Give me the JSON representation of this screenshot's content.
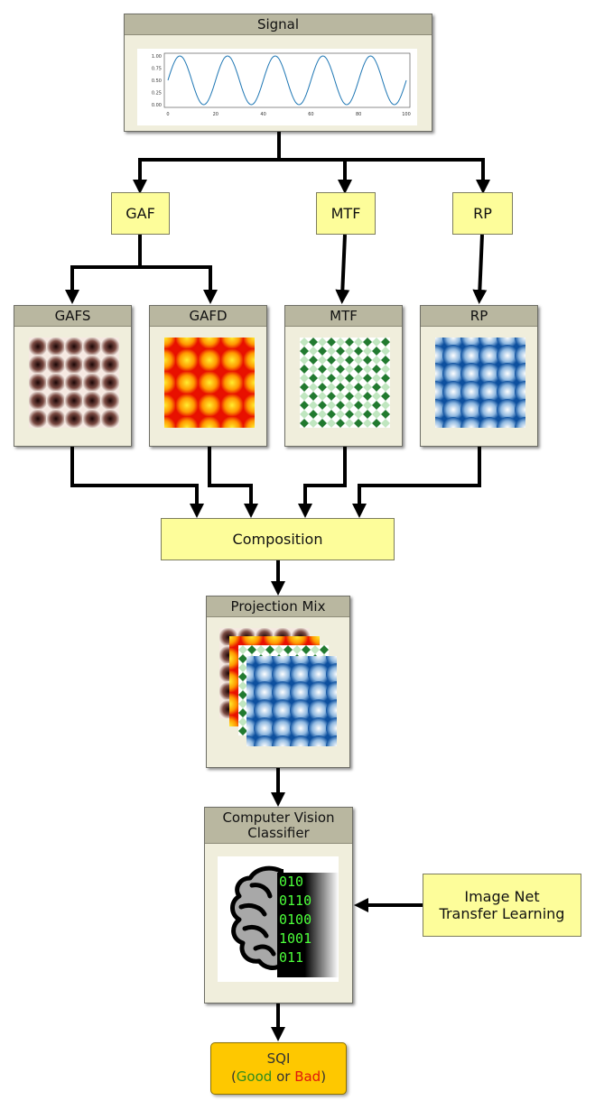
{
  "signal": {
    "title": "Signal",
    "yticks": [
      "1.00",
      "0.75",
      "0.50",
      "0.25",
      "0.00"
    ],
    "xticks": [
      "0",
      "20",
      "40",
      "60",
      "80",
      "100"
    ]
  },
  "branches": {
    "gaf": "GAF",
    "mtf": "MTF",
    "rp": "RP"
  },
  "images": [
    {
      "title": "GAFS",
      "palette": "dark-brown"
    },
    {
      "title": "GAFD",
      "palette": "red-yellow"
    },
    {
      "title": "MTF",
      "palette": "green-checker"
    },
    {
      "title": "RP",
      "palette": "blue"
    }
  ],
  "composition": "Composition",
  "projection_mix": "Projection Mix",
  "classifier": {
    "title_line1": "Computer Vision",
    "title_line2": "Classifier",
    "bits": [
      "010",
      "0110",
      "0100",
      "1001",
      "011"
    ]
  },
  "transfer": {
    "line1": "Image Net",
    "line2": "Transfer Learning"
  },
  "sqi": {
    "title": "SQI",
    "open": "(",
    "good": "Good",
    "or": " or ",
    "bad": "Bad",
    "close": ")"
  },
  "colors": {
    "panel_bg": "#f0eedc",
    "title_bar": "#b9b7a0",
    "yellow_box": "#fdfd9a",
    "sqi_box": "#fec800",
    "good": "#2e8b1e",
    "bad": "#e0180c"
  }
}
